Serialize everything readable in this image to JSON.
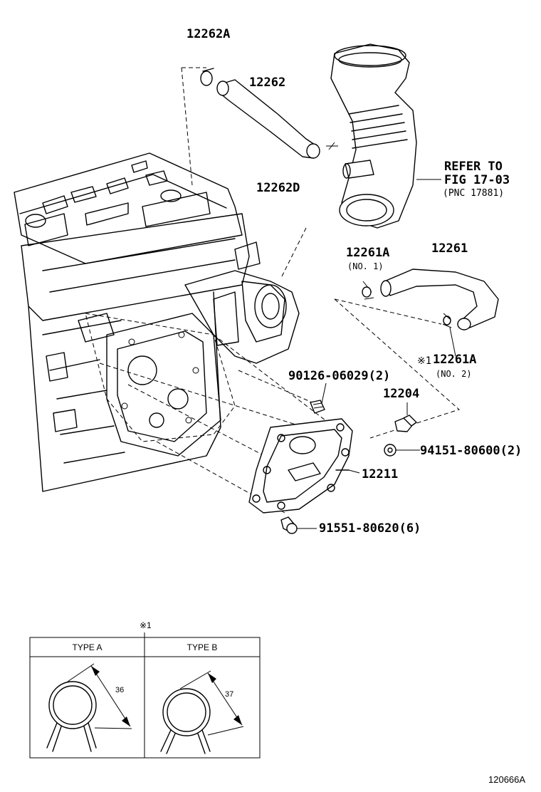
{
  "labels": {
    "p12262a": "12262A",
    "p12262": "12262",
    "p12262d": "12262D",
    "refer_line1": "REFER TO",
    "refer_line2": "FIG 17-03",
    "refer_line3": "(PNC 17881)",
    "p12261a_top": "12261A",
    "no1": "(NO. 1)",
    "p12261": "12261",
    "star1_mark": "※1",
    "p12261a_bot": "12261A",
    "no2": "(NO. 2)",
    "p90126": "90126-06029(2)",
    "p12204": "12204",
    "p94151": "94151-80600(2)",
    "p12211": "12211",
    "p91551": "91551-80620(6)"
  },
  "inset": {
    "marker": "※1",
    "type_a": "TYPE A",
    "type_b": "TYPE B",
    "dim_a": "36",
    "dim_b": "37"
  },
  "drawing_id": "120666A"
}
